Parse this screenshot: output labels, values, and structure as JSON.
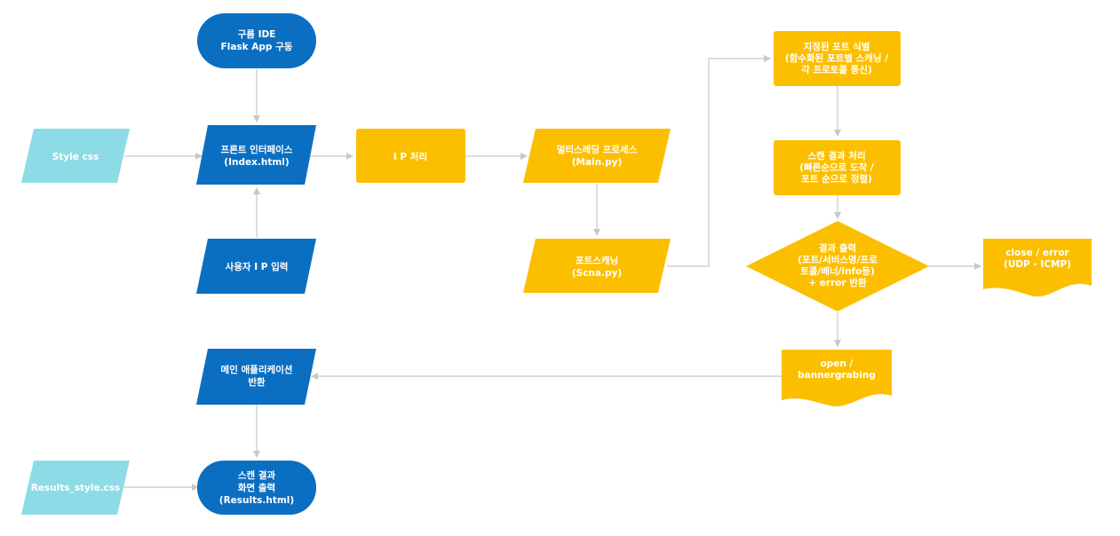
{
  "colors": {
    "blue": "#0b6fc1",
    "yellow": "#fcbf00",
    "cyan": "#8ddbe6",
    "connector": "#c8c8c8",
    "text_on_blue": "#ffffff",
    "text_on_yellow": "#ffffff",
    "text_on_cyan": "#ffffff"
  },
  "nodes": {
    "start": {
      "line1": "구름 IDE",
      "line2": "Flask App 구동"
    },
    "style_css": {
      "label": "Style css"
    },
    "frontend": {
      "line1": "프론트 인터페이스",
      "line2": "(Index.html)"
    },
    "user_ip": {
      "label": "사용자 I P 입력"
    },
    "ip_process": {
      "label": "I P 처리"
    },
    "multithread": {
      "line1": "멀티스레딩 프로세스",
      "line2": "(Main.py)"
    },
    "port_scan": {
      "line1": "포트스캐닝",
      "line2": "(Scna.py)"
    },
    "port_identify": {
      "line1": "지정된 포트 식별",
      "line2": "(함수화된 포트별 스캐닝 /",
      "line3": "각 프로토콜 통신)"
    },
    "scan_result": {
      "line1": "스캔 결과 처리",
      "line2": "(빠른순으로 도착 /",
      "line3": "포트 순으로 정렬)"
    },
    "result_output": {
      "line1": "결과 출력",
      "line2": "(포트/서비스명/프로",
      "line3": "토콜/배너/info등)",
      "line4": "+ error 반환"
    },
    "close_error": {
      "line1": "close / error",
      "line2": "(UDP - ICMP)"
    },
    "open_banner": {
      "line1": "open /",
      "line2": "bannergrabing"
    },
    "main_return": {
      "line1": "메인 애플리케이션",
      "line2": "반환"
    },
    "results_style": {
      "label": "Results_style.css"
    },
    "end": {
      "line1": "스캔 결과",
      "line2": "화면 출력",
      "line3": "(Results.html)"
    }
  }
}
